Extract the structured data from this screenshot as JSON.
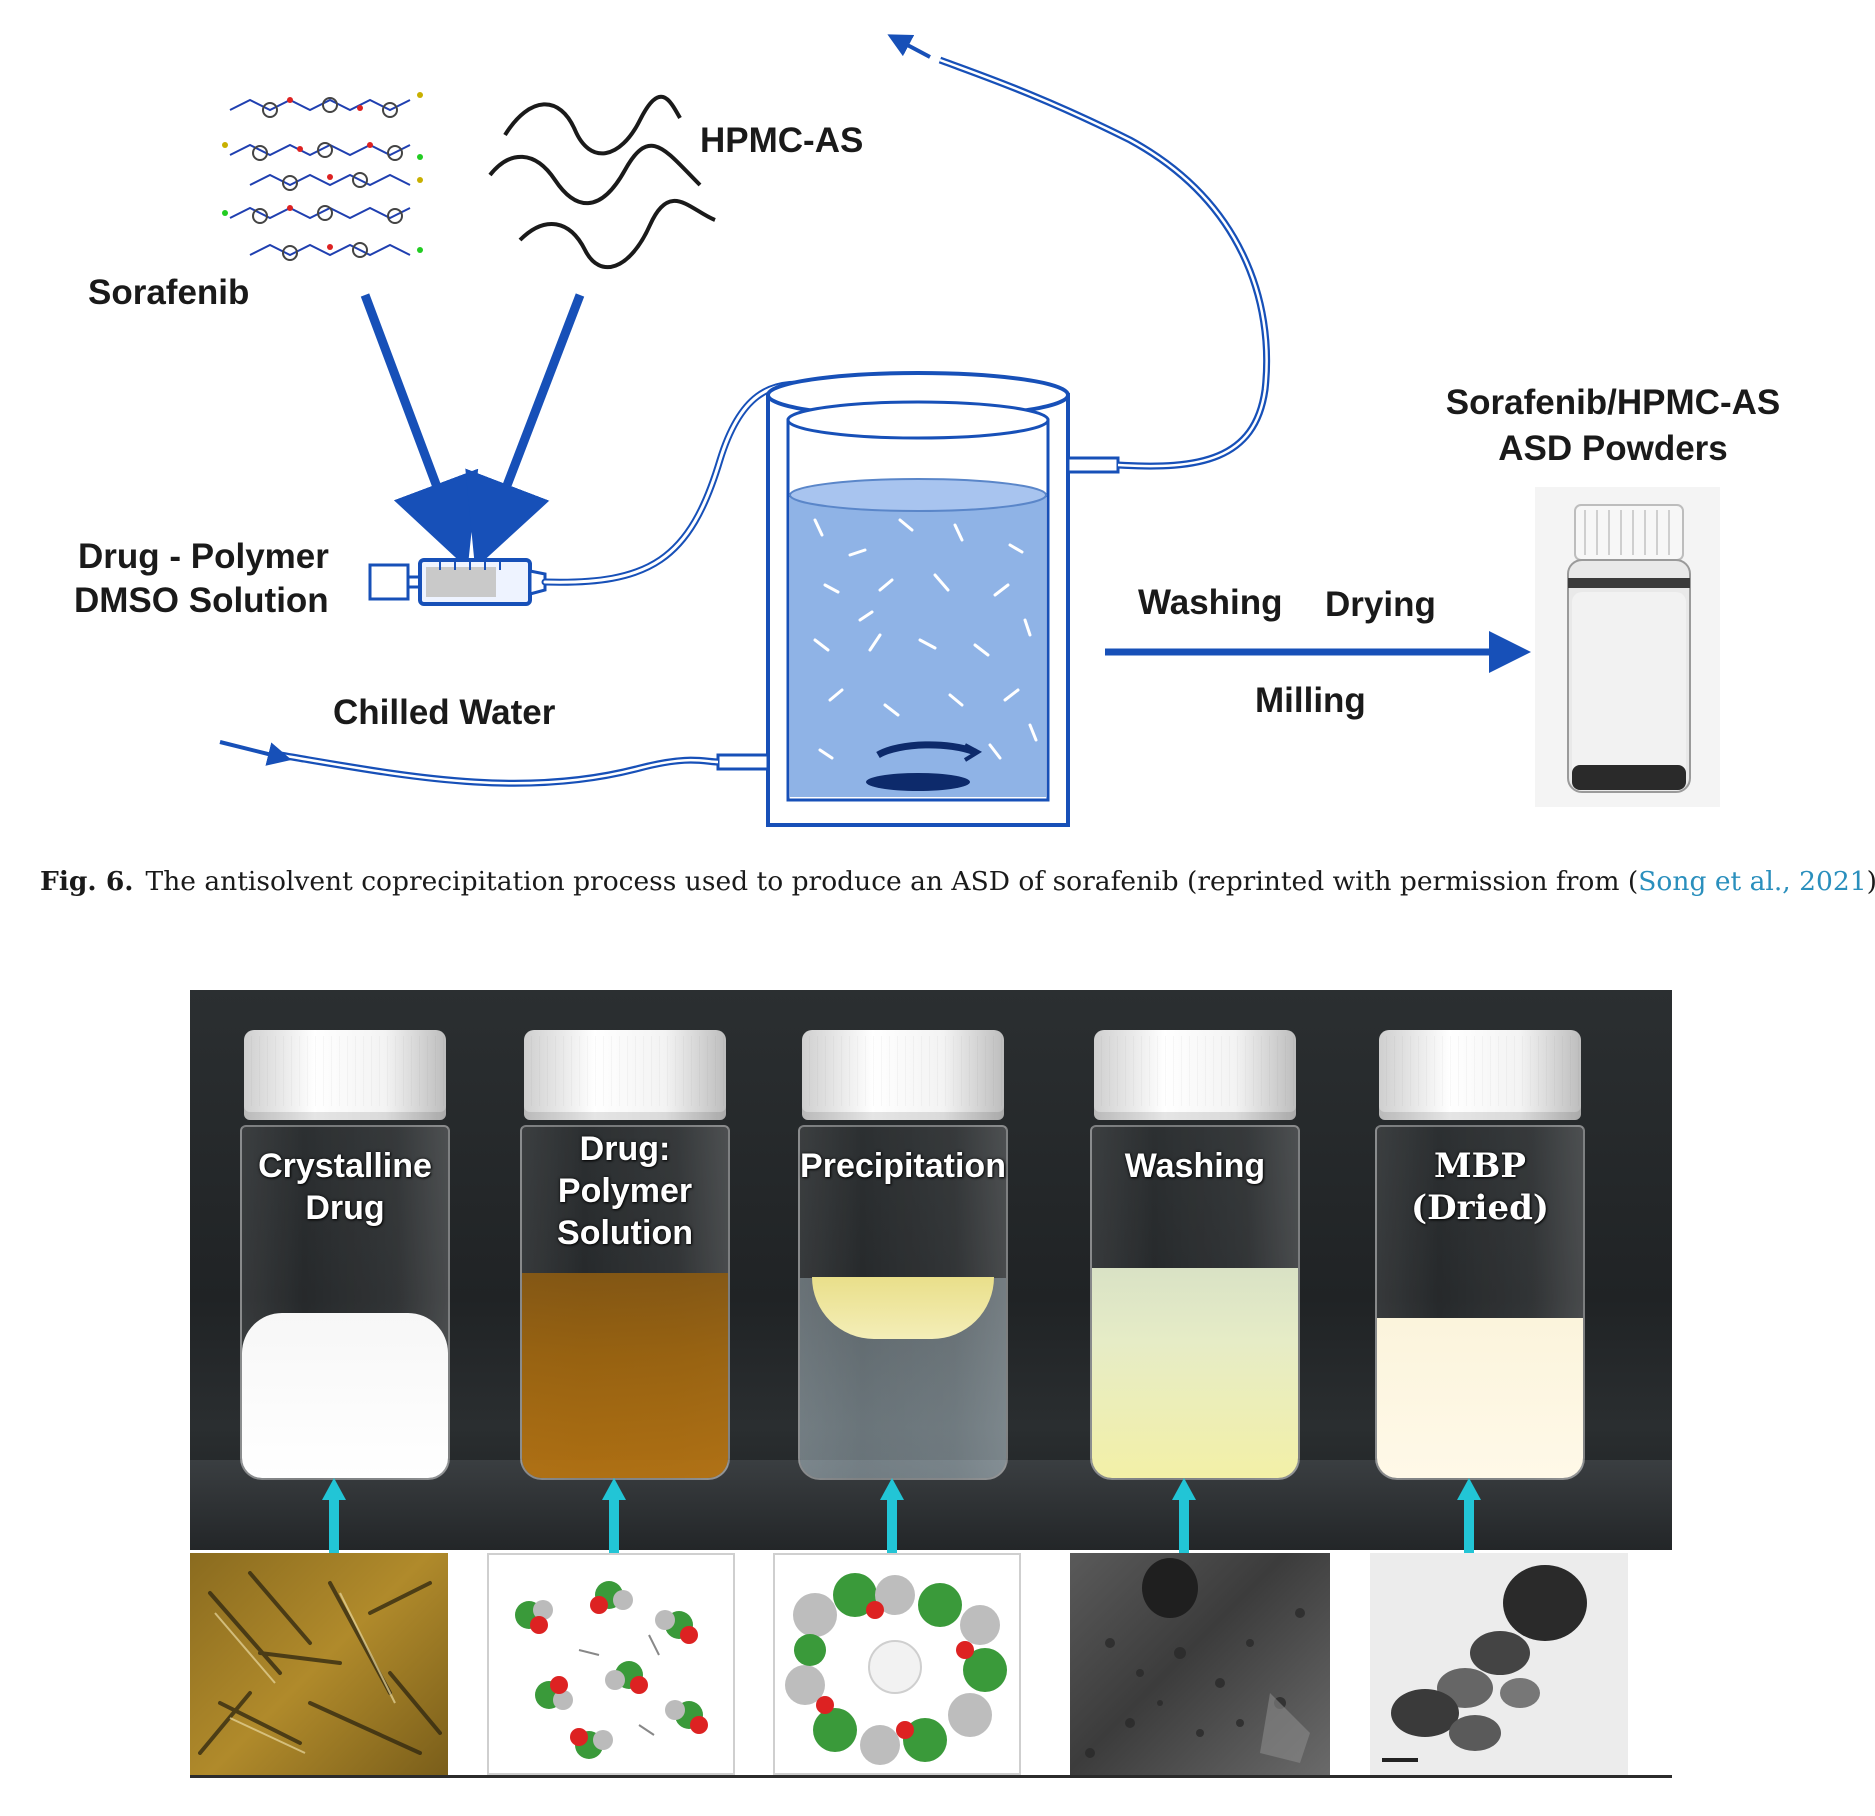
{
  "figure6": {
    "labels": {
      "sorafenib": "Sorafenib",
      "hpmc": "HPMC-AS",
      "drug_polymer_line1": "Drug - Polymer",
      "drug_polymer_line2": "DMSO Solution",
      "chilled_water": "Chilled Water",
      "washing": "Washing",
      "drying": "Drying",
      "milling": "Milling",
      "product_line1": "Sorafenib/HPMC-AS",
      "product_line2": "ASD Powders"
    },
    "caption": {
      "fig_no": "Fig. 6.",
      "text": "The antisolvent coprecipitation process used to produce an ASD of sorafenib (reprinted with permission from (",
      "cite": "Song et al., 2021",
      "tail": "))."
    },
    "colors": {
      "arrow_blue": "#1750b8",
      "water_blue": "#8fb3e6",
      "cyan_arrow": "#22c5d6",
      "caption_link": "#2a8fbd"
    }
  },
  "photo_panel": {
    "vials": [
      {
        "id": "crystalline",
        "label_line1": "Crystalline",
        "label_line2": "Drug"
      },
      {
        "id": "solution",
        "label_line1": "Drug:",
        "label_line2": "Polymer",
        "label_line3": "Solution"
      },
      {
        "id": "precipitation",
        "label_line1": "Precipitation"
      },
      {
        "id": "washing",
        "label_line1": "Washing"
      },
      {
        "id": "mbp",
        "label_line1": "MBP",
        "label_line2": "(Dried)"
      }
    ]
  }
}
